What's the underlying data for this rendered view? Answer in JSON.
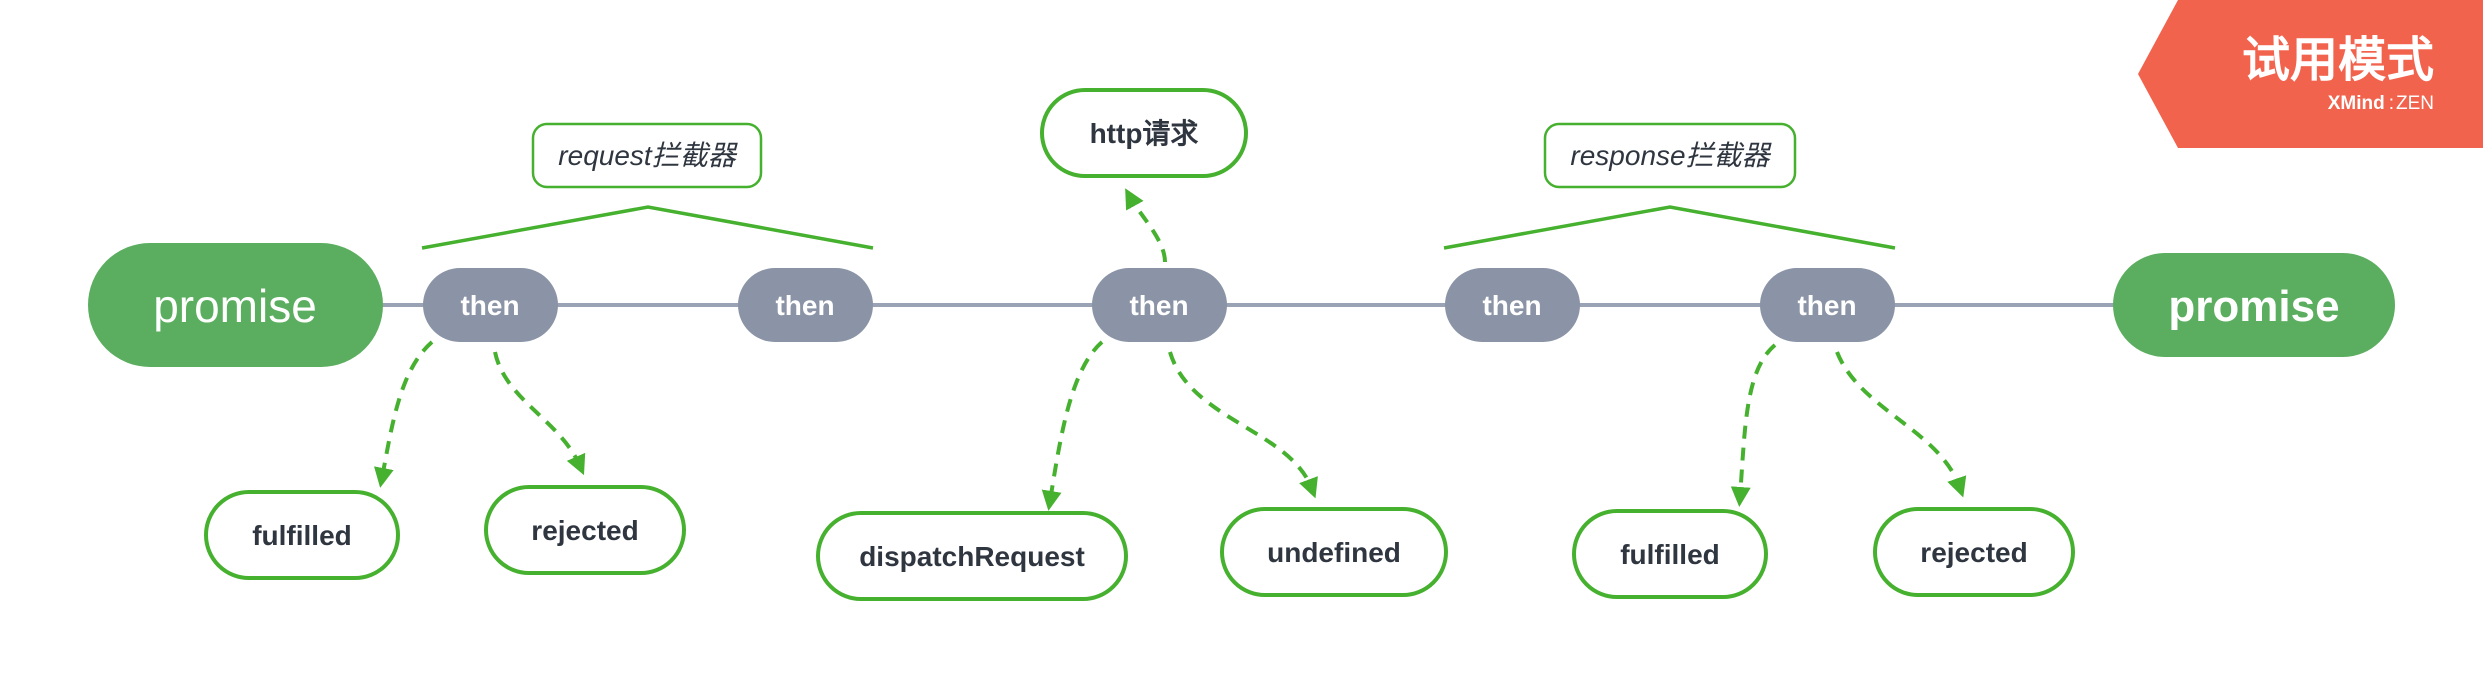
{
  "start_label": "promise",
  "end_label": "promise",
  "then_label": "then",
  "request_group_label": "request拦截器",
  "response_group_label": "response拦截器",
  "http_label": "http请求",
  "fulfilled_label": "fulfilled",
  "rejected_label": "rejected",
  "dispatch_label": "dispatchRequest",
  "undefined_label": "undefined",
  "watermark": {
    "title": "试用模式",
    "brand_a": "XMind",
    "brand_b": "ZEN"
  },
  "colors": {
    "green_fill": "#5BAE5F",
    "green_stroke": "#46B02F",
    "gray_node": "#8A94A6",
    "line": "#9AA3B5",
    "text_dark": "#2F3640",
    "badge": "#F2634E"
  }
}
